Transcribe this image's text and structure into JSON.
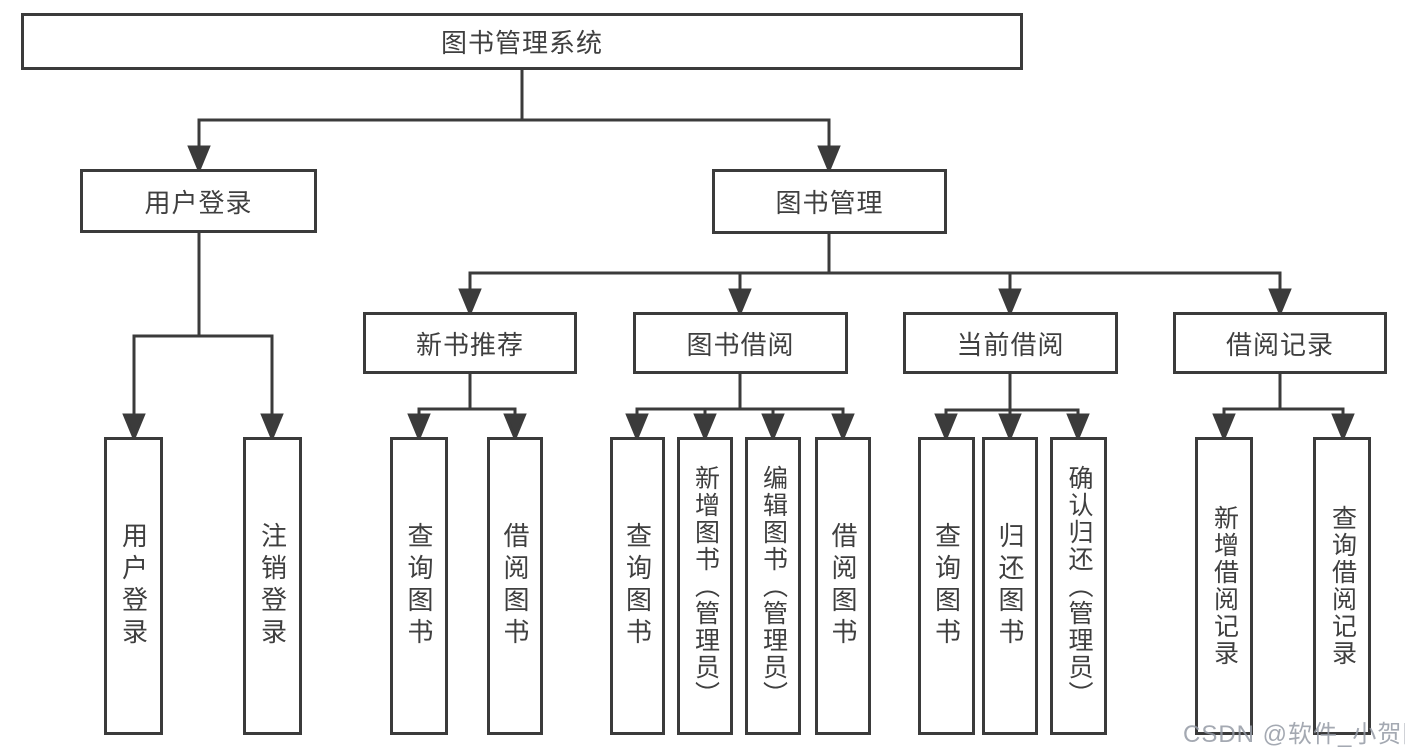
{
  "root": {
    "label": "图书管理系统"
  },
  "branches": {
    "user_login": {
      "label": "用户登录",
      "children": [
        {
          "label": "用户登录"
        },
        {
          "label": "注销登录"
        }
      ]
    },
    "book_management": {
      "label": "图书管理",
      "children": {
        "new_book_recommend": {
          "label": "新书推荐",
          "children": [
            {
              "label": "查询图书"
            },
            {
              "label": "借阅图书"
            }
          ]
        },
        "book_borrowing": {
          "label": "图书借阅",
          "children": [
            {
              "label": "查询图书"
            },
            {
              "label": "新增图书（管理员）"
            },
            {
              "label": "编辑图书（管理员）"
            },
            {
              "label": "借阅图书"
            }
          ]
        },
        "current_borrowing": {
          "label": "当前借阅",
          "children": [
            {
              "label": "查询图书"
            },
            {
              "label": "归还图书"
            },
            {
              "label": "确认归还（管理员）"
            }
          ]
        },
        "borrowing_records": {
          "label": "借阅记录",
          "children": [
            {
              "label": "新增借阅记录"
            },
            {
              "label": "查询借阅记录"
            }
          ]
        }
      }
    }
  },
  "watermark": "CSDN @软件_小贺同学",
  "colors": {
    "line": "#3b3b3b",
    "text": "#3f3f3f",
    "watermark": "#949aa4",
    "background": "#ffffff"
  }
}
